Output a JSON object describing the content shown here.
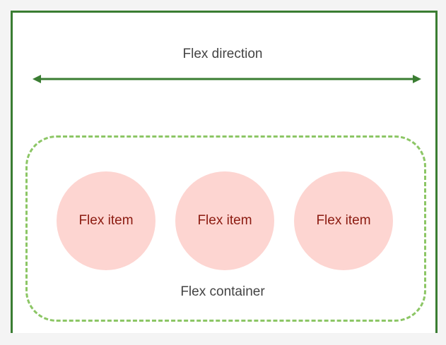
{
  "diagram": {
    "direction_label": "Flex direction",
    "container_label": "Flex container",
    "items": [
      {
        "label": "Flex item"
      },
      {
        "label": "Flex item"
      },
      {
        "label": "Flex item"
      }
    ]
  },
  "colors": {
    "frame": "#3a7d32",
    "arrow": "#3a7d32",
    "container_border": "#8cc665",
    "item_fill": "#fdd5d1",
    "item_text": "#8b1a10",
    "label_text": "#444444"
  },
  "icons": {
    "arrow": "double-headed-horizontal-arrow-icon"
  }
}
